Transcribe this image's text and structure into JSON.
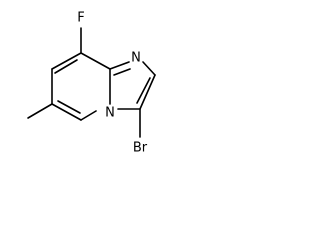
{
  "structure": {
    "atoms": {
      "fluorine": "F",
      "ring_nitrogen": "N",
      "bridgehead_nitrogen": "N",
      "bromine": "Br"
    }
  },
  "colors": {
    "line": "#000000",
    "background": "#ffffff"
  }
}
